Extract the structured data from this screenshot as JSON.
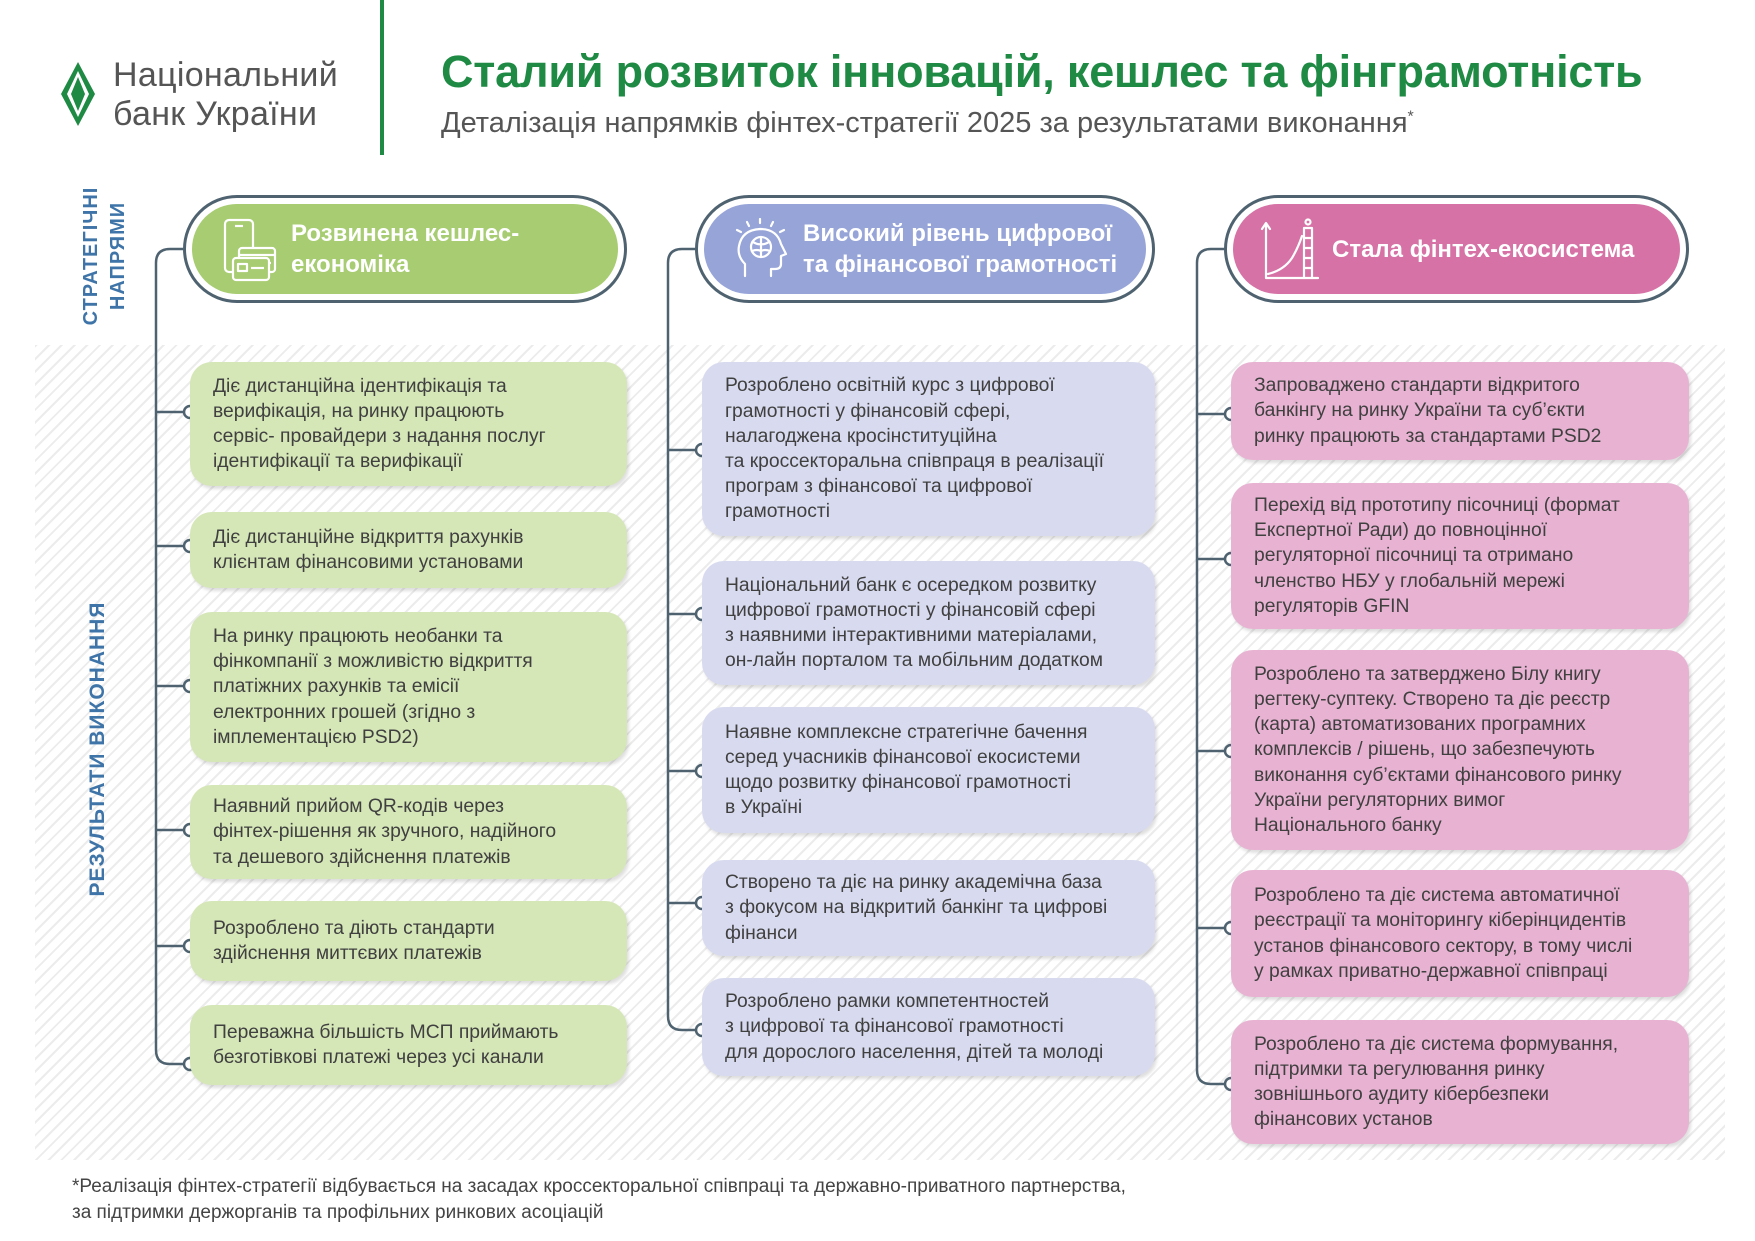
{
  "header": {
    "logo": {
      "line1": "Національний",
      "line2": "банк України",
      "icon": "nbu-logo-icon"
    },
    "title": "Сталий розвиток інновацій, кешлес та фінграмотність",
    "subtitle": "Деталізація напрямків фінтех-стратегії 2025 за результатами виконання",
    "subtitle_mark": "*"
  },
  "side_labels": {
    "top_line1": "СТРАТЕГІЧНІ",
    "top_line2": "НАПРЯМИ",
    "bottom": "РЕЗУЛЬТАТИ ВИКОНАННЯ"
  },
  "columns": [
    {
      "title_line1": "Розвинена кешлес-",
      "title_line2": "економіка",
      "icon": "phone-card-icon",
      "color": "#a7cc71",
      "items": [
        {
          "lines": [
            "Діє дистанційна ідентифікація та",
            "верифікація, на ринку працюють",
            "сервіс- провайдери з надання послуг",
            "ідентифікації та верифікації"
          ]
        },
        {
          "lines": [
            "Діє дистанційне відкриття рахунків",
            "клієнтам  фінансовими установами"
          ]
        },
        {
          "lines": [
            "На ринку працюють необанки та",
            "фінкомпанії з можливістю відкриття",
            "платіжних рахунків та емісії",
            "електронних грошей (згідно з",
            "імплементацією PSD2)"
          ]
        },
        {
          "lines": [
            "Наявний прийом QR-кодів через",
            "фінтех-рішення як зручного, надійного",
            "та дешевого здійснення платежів"
          ]
        },
        {
          "lines": [
            "Розроблено та діють стандарти",
            "здійснення миттєвих платежів"
          ]
        },
        {
          "lines": [
            "Переважна більшість МСП приймають",
            "безготівкові платежі через усі канали"
          ]
        }
      ]
    },
    {
      "title_line1": "Високий рівень цифрової",
      "title_line2": "та фінансової грамотності",
      "icon": "brain-head-icon",
      "color": "#97a4d8",
      "items": [
        {
          "lines": [
            "Розроблено освітній курс з цифрової",
            "грамотності у фінансовій сфері,",
            "налагоджена кросінституційна",
            "та кроссекторальна співпраця в реалізації",
            "програм з фінансової та цифрової",
            "грамотності"
          ]
        },
        {
          "lines": [
            "Національний банк є осередком розвитку",
            "цифрової грамотності у фінансовій сфері",
            "з наявними інтерактивними матеріалами,",
            "он-лайн порталом та мобільним додатком"
          ]
        },
        {
          "lines": [
            "Наявне комплексне стратегічне бачення",
            "серед учасників фінансової екосистеми",
            "щодо розвитку фінансової грамотності",
            "в Україні"
          ]
        },
        {
          "lines": [
            "Створено та діє на ринку академічна база",
            "з фокусом на відкритий банкінг та цифрові",
            "фінанси"
          ]
        },
        {
          "lines": [
            "Розроблено рамки компетентностей",
            "з цифрової та фінансової грамотності",
            "для дорослого населення, дітей та молоді"
          ]
        }
      ]
    },
    {
      "title_line1": "Стала фінтех-екосистема",
      "title_line2": "",
      "icon": "growth-chart-icon",
      "color": "#d672a5",
      "items": [
        {
          "lines": [
            "Запроваджено стандарти відкритого",
            "банкінгу на ринку України та суб’єкти",
            "ринку працюють за стандартами PSD2"
          ]
        },
        {
          "lines": [
            "Перехід від прототипу пісочниці (формат",
            "Експертної Ради) до повноцінної",
            "регуляторної пісочниці та отримано",
            "членство НБУ у глобальній мережі",
            "регуляторів GFIN"
          ]
        },
        {
          "lines": [
            "Розроблено та затверджено Білу книгу",
            "регтеку-суптеку. Створено та діє реєстр",
            "(карта) автоматизованих програмних",
            "комплексів / рішень, що забезпечують",
            "виконання суб’єктами фінансового ринку",
            "України регуляторних вимог",
            "Національного банку"
          ]
        },
        {
          "lines": [
            "Розроблено та діє система автоматичної",
            "реєстрації та моніторингу кіберінцидентів",
            "установ фінансового сектору, в тому числі",
            "у рамках приватно-державної співпраці"
          ]
        },
        {
          "lines": [
            "Розроблено та діє система формування,",
            "підтримки та регулювання ринку",
            "зовнішнього аудиту кібербезпеки",
            "фінансових установ"
          ]
        }
      ]
    }
  ],
  "footnote": {
    "line1": "*Реалізація фінтех-стратегії відбувається на засадах кроссекторальної співпраці та державно-приватного партнерства,",
    "line2": "за підтримки держорганів та профільних ринкових асоціацій"
  },
  "colors": {
    "title_green": "#1e8a44",
    "side_label_blue": "#3e74a8",
    "connector": "#4e6270",
    "green_card": "#d5e6b7",
    "blue_card": "#d8dbef",
    "pink_card": "#e8b3d2"
  }
}
